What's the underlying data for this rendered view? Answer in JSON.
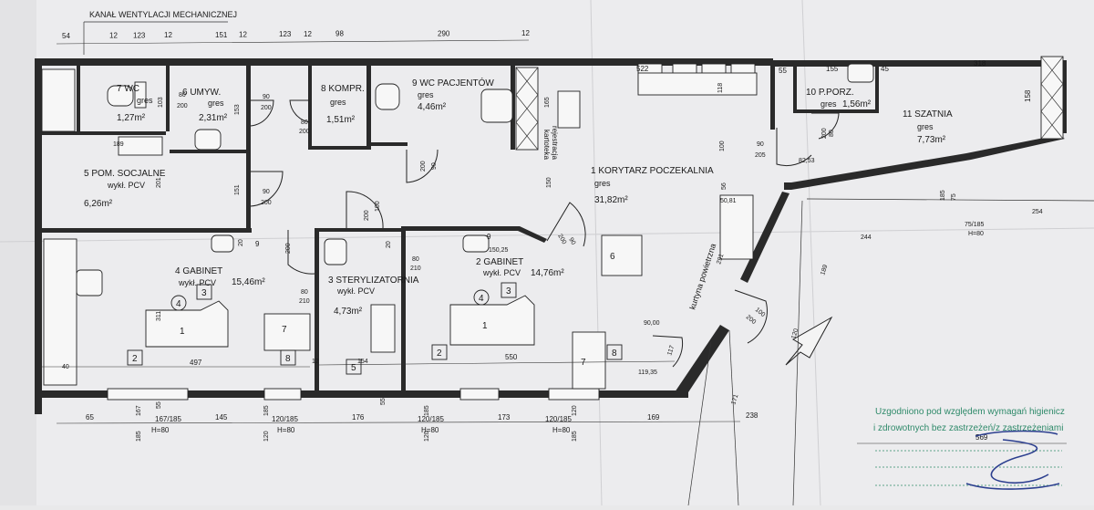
{
  "header": {
    "duct_label": "KANAŁ WENTYLACJI MECHANICZNEJ"
  },
  "top_dims": [
    "54",
    "12",
    "123",
    "12",
    "151",
    "12",
    "123",
    "12",
    "98",
    "290",
    "12"
  ],
  "rooms": [
    {
      "id": "r7",
      "number_name": "7 WC",
      "floor": "gres",
      "area": "1,27m²"
    },
    {
      "id": "r6",
      "number_name": "6 UMYW.",
      "floor": "gres",
      "area": "2,31m²"
    },
    {
      "id": "r8",
      "number_name": "8 KOMPR.",
      "floor": "gres",
      "area": "1,51m²"
    },
    {
      "id": "r9",
      "number_name": "9 WC PACJENTÓW",
      "floor": "gres",
      "area": "4,46m²"
    },
    {
      "id": "r10",
      "number_name": "10 P.PORZ.",
      "floor": "gres",
      "area": "1,56m²"
    },
    {
      "id": "r11",
      "number_name": "11 SZATNIA",
      "floor": "gres",
      "area": "7,73m²"
    },
    {
      "id": "r5",
      "number_name": "5 POM. SOCJALNE",
      "floor": "wykł. PCV",
      "area": "6,26m²"
    },
    {
      "id": "r1",
      "number_name": "1 KORYTARZ POCZEKALNIA",
      "floor": "gres",
      "area": "31,82m²"
    },
    {
      "id": "r4",
      "number_name": "4 GABINET",
      "floor": "wykł. PCV",
      "area": "15,46m²"
    },
    {
      "id": "r3",
      "number_name": "3 STERYLIZATORNIA",
      "floor": "wykł. PCV",
      "area": "4,73m²"
    },
    {
      "id": "r2",
      "number_name": "2 GABINET",
      "floor": "wykł. PCV",
      "area": "14,76m²"
    }
  ],
  "labels": {
    "rejestracja": "rejestracja",
    "kartoteka": "kartoteka",
    "kurtyna": "kurtyna powietrzna",
    "w_522": "522",
    "w_55a": "55",
    "w_155": "155",
    "w_45": "45",
    "w_318": "318",
    "w_158": "158",
    "w_80a": "80",
    "w_200a": "200",
    "w_90a": "90",
    "w_200b": "200",
    "w_103": "103",
    "w_153": "153",
    "w_189": "189",
    "w_201": "201",
    "w_151": "151",
    "w_90b": "90",
    "w_200c": "200",
    "w_80b": "80",
    "w_200d": "200",
    "w_90c": "90",
    "w_200e": "200",
    "w_165": "165",
    "w_118": "118",
    "w_100": "100",
    "w_56": "56",
    "w_150": "150",
    "w_90d": "90",
    "w_205": "205",
    "w_8253": "82,53",
    "w_5081": "50,81",
    "w_80c": "80",
    "w_200f": "200",
    "w_185a": "185",
    "w_75": "75",
    "w_75185": "75/185",
    "w_H80a": "H=80",
    "w_244": "244",
    "w_254": "254",
    "w_189b": "189",
    "w_20a": "20",
    "w_9a": "9",
    "w_9b": "9",
    "w_200g": "200",
    "w_20b": "20",
    "w_100b": "100",
    "w_200h": "200",
    "w_80d": "80",
    "w_210a": "210",
    "w_80e": "80",
    "w_210b": "210",
    "w_15025": "150,25",
    "w_90e": "90",
    "w_200i": "200",
    "w_9000": "90,00",
    "w_11935": "119,35",
    "w_117": "117",
    "w_291": "291",
    "w_100c": "100",
    "w_200j": "200",
    "w_120a": "120",
    "w_311": "311",
    "w_40": "40",
    "w_497": "497",
    "w_12a": "12",
    "w_154": "154",
    "w_550": "550",
    "w_171": "171",
    "w_55b": "55",
    "w_55c": "55"
  },
  "furniture_tags": [
    "4",
    "3",
    "1",
    "2",
    "7",
    "8",
    "3",
    "4",
    "5",
    "1",
    "2",
    "7",
    "8",
    "6"
  ],
  "bottom_windows": [
    {
      "a": "167",
      "b": "185"
    },
    {
      "a": "185",
      "b": "120"
    },
    {
      "a": "185",
      "b": "120"
    },
    {
      "a": "120",
      "b": "185"
    }
  ],
  "bottom_dims": [
    "65",
    "167/185",
    "145",
    "120/185",
    "176",
    "120/185",
    "173",
    "120/185",
    "169",
    "238",
    "569"
  ],
  "bottom_h": [
    "H=80",
    "H=80",
    "H=80",
    "H=80"
  ],
  "stamp": {
    "line1": "Uzgodniono pod względem wymagań higienicz",
    "line2": "i zdrowotnych bez zastrzeżeń/z zastrzeżeniami"
  },
  "colors": {
    "stamp": "#2f8a6a",
    "ink": "#2c3f8f"
  }
}
